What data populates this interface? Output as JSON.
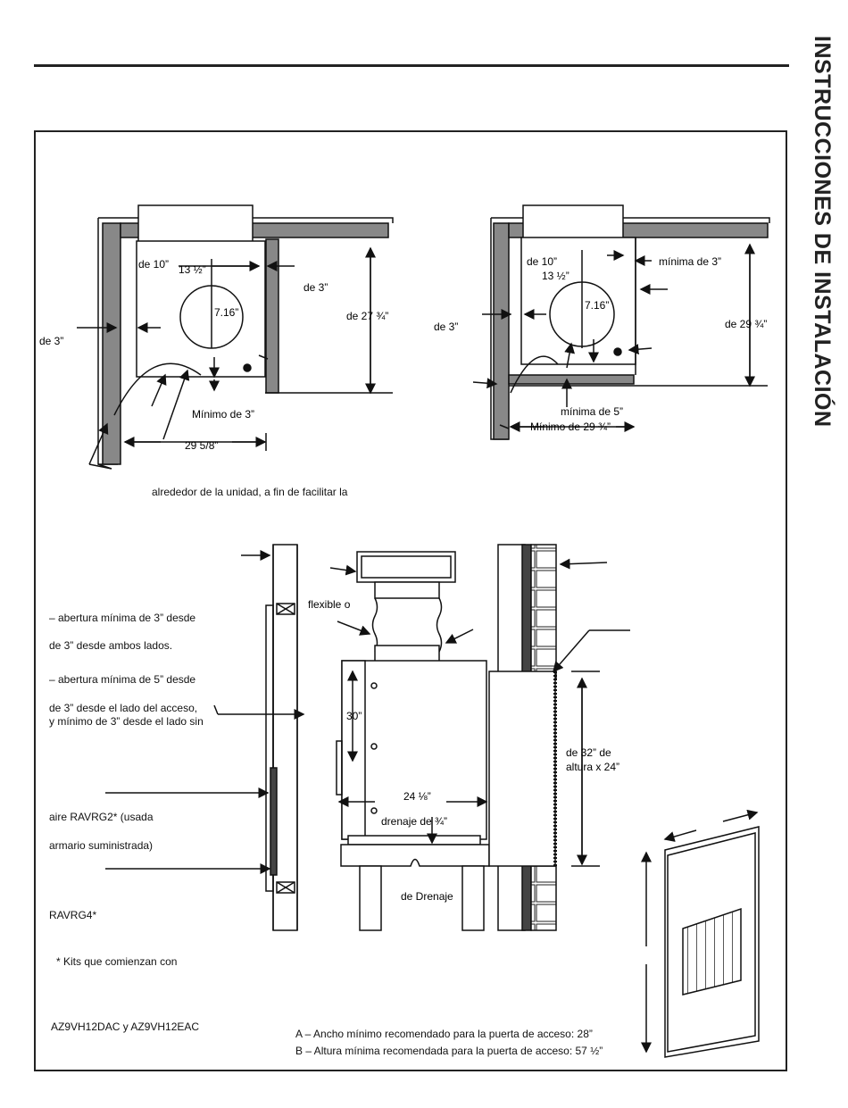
{
  "side_title": "INSTRUCCIONES DE INSTALACIÓN",
  "top_left": {
    "label_de10": "de 10”",
    "label_13": "13 ½”",
    "label_716": "7.16”",
    "label_de3_right": "de 3”",
    "label_de27": "de 27 ¾”",
    "label_de3_left": "de 3”",
    "label_minimo3": "Mínimo de 3”",
    "label_2958": "29 5/8”"
  },
  "top_right": {
    "label_de10": "de 10”",
    "label_13": "13 ½”",
    "label_716": "7.16”",
    "label_minima3": "mínima de 3”",
    "label_de3": "de 3”",
    "label_de29": "de 29 ¾”",
    "label_minima5": "mínima de 5”",
    "label_minimo29": "Mínimo de 29 ¾”"
  },
  "caption_text": "alrededor de la unidad, a fin de facilitar la",
  "bottom": {
    "flexible": "flexible o",
    "line1": "– abertura mínima de 3” desde",
    "line2": "de 3” desde ambos lados.",
    "line3": "– abertura mínima de 5” desde",
    "line4a": "de 3” desde el lado del acceso,",
    "line4b": "y mínimo de 3” desde el lado sin",
    "label_30": "30”",
    "label_24": "24 ⅛”",
    "drain34": "drenaje de ¾”",
    "grille_a": "de 32” de",
    "grille_b": "altura x 24”",
    "kit_a": "aire RAVRG2* (usada",
    "kit_b": "armario suministrada)",
    "kit_c": "RAVRG4*",
    "drain_label": "de Drenaje",
    "kits_note": "* Kits que comienzan con",
    "models": "AZ9VH12DAC y AZ9VH12EAC",
    "note_a": "A – Ancho mínimo recomendado para la puerta de acceso: 28”",
    "note_b": "B – Altura mínima recomendada para la puerta de acceso: 57 ½”"
  }
}
